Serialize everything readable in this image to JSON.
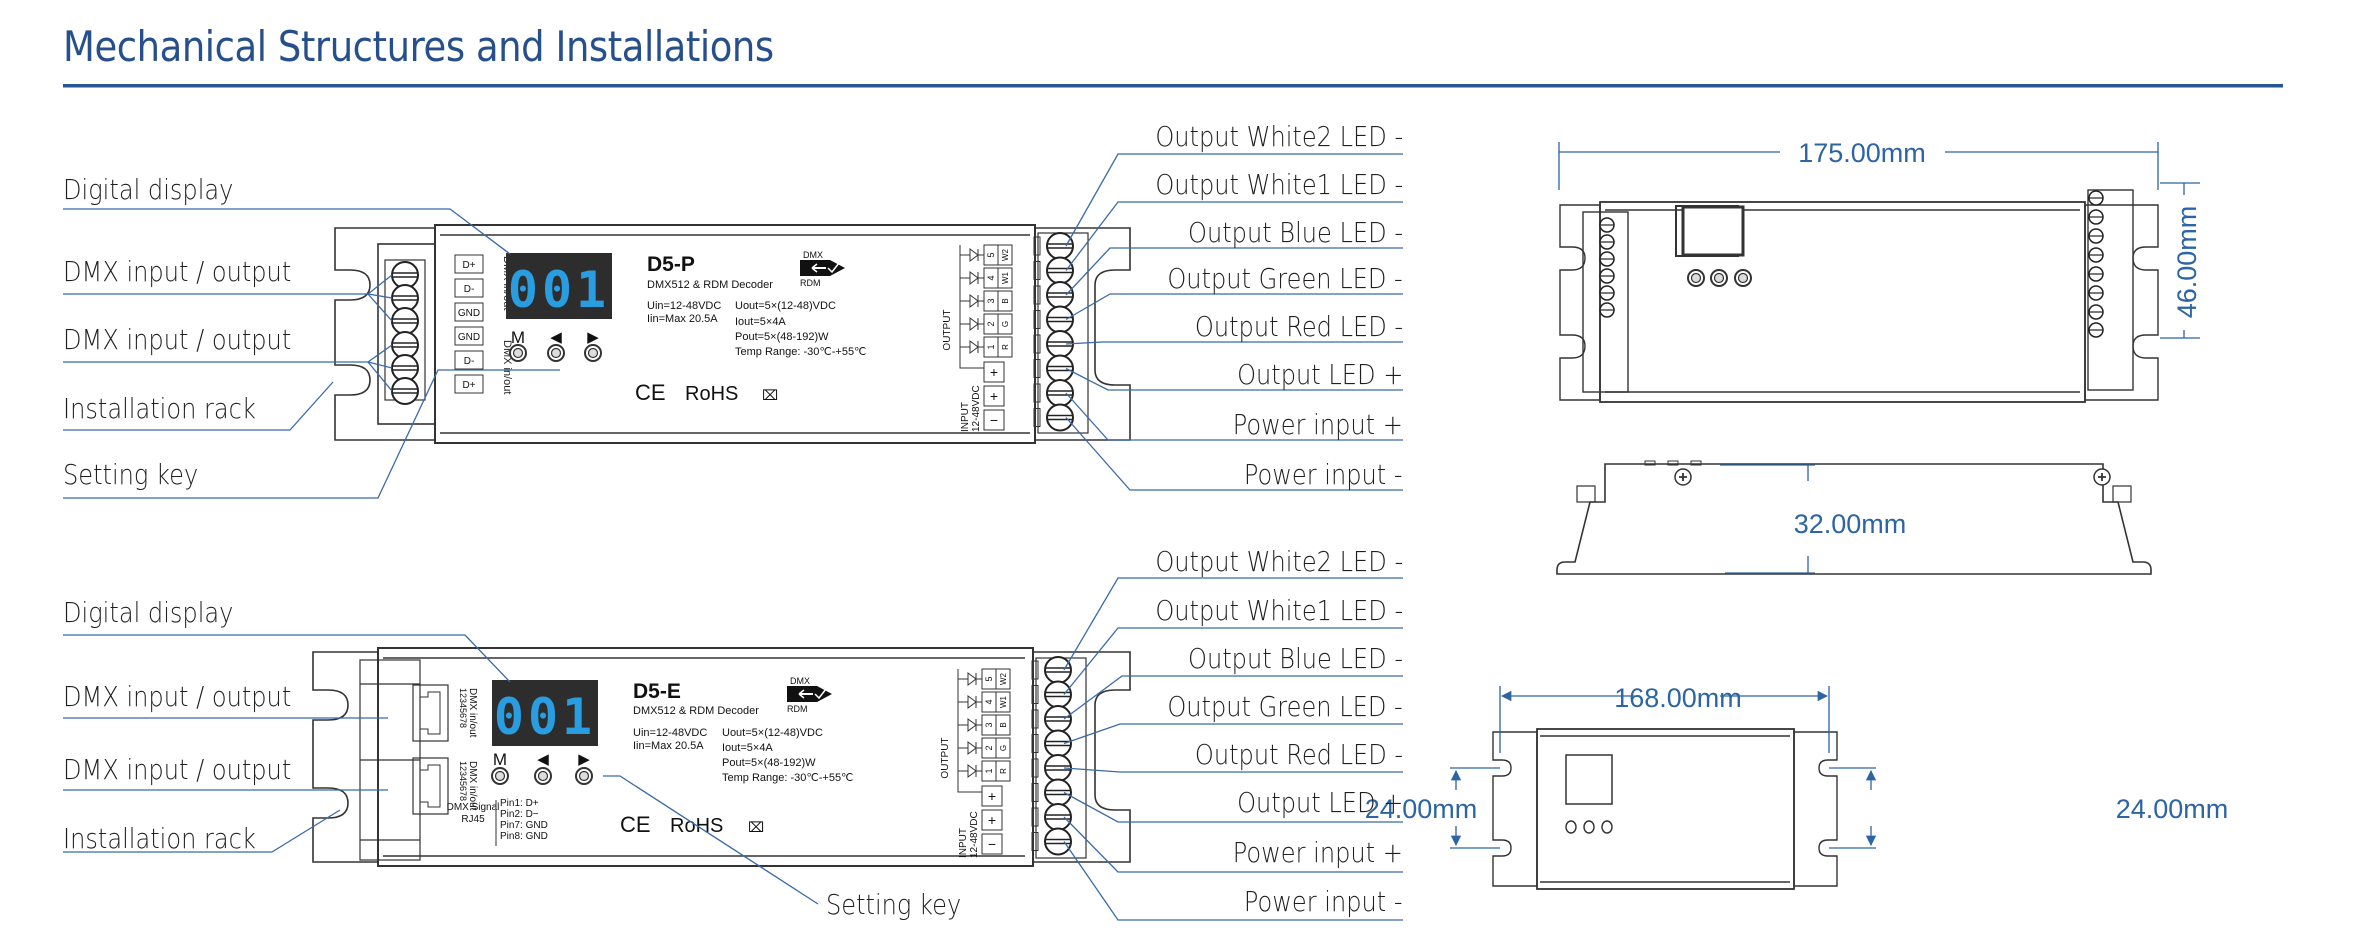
{
  "title": "Mechanical Structures and Installations",
  "colors": {
    "accent": "#2b5591",
    "leader_line": "#3a6aa8",
    "dimension": "#2c64a4",
    "display_digits": "#2a9de0",
    "display_bg": "#2d2d2d"
  },
  "devices": [
    {
      "model": "D5-P",
      "subtitle": "DMX512 & RDM Decoder",
      "display_value": "001",
      "specs_left": [
        "Uin=12-48VDC",
        "Iin=Max 20.5A"
      ],
      "specs_right": [
        "Uout=5×(12-48)VDC",
        "Iout=5×4A",
        "Pout=5×(48-192)W",
        "Temp Range: -30℃-+55℃"
      ],
      "keys": [
        "M",
        "◀",
        "▶"
      ],
      "dmx_pins_top": [
        "D+",
        "D-",
        "GND"
      ],
      "dmx_pins_bottom": [
        "GND",
        "D-",
        "D+"
      ],
      "dmx_port_label": "DMX in/out",
      "logo_dmx": "DMX",
      "logo_rdm": "RDM",
      "cert": [
        "CE",
        "RoHS",
        "⌧"
      ],
      "output_label": "OUTPUT",
      "input_label": "INPUT",
      "input_voltage": "12-48VDC",
      "channels": [
        {
          "num": "5",
          "code": "W2"
        },
        {
          "num": "4",
          "code": "W1"
        },
        {
          "num": "3",
          "code": "B"
        },
        {
          "num": "2",
          "code": "G"
        },
        {
          "num": "1",
          "code": "R"
        }
      ],
      "power_terminals": [
        "+",
        "+",
        "−"
      ],
      "left_labels": [
        "Digital display",
        "DMX input / output",
        "DMX input / output",
        "Installation rack",
        "Setting key"
      ],
      "right_labels": [
        "Output White2 LED -",
        "Output White1 LED -",
        "Output Blue LED -",
        "Output Green LED -",
        "Output Red LED -",
        "Output LED +",
        "Power input +",
        "Power input -"
      ]
    },
    {
      "model": "D5-E",
      "subtitle": "DMX512 & RDM Decoder",
      "display_value": "001",
      "specs_left": [
        "Uin=12-48VDC",
        "Iin=Max 20.5A"
      ],
      "specs_right": [
        "Uout=5×(12-48)VDC",
        "Iout=5×4A",
        "Pout=5×(48-192)W",
        "Temp Range: -30℃-+55℃"
      ],
      "keys": [
        "M",
        "◀",
        "▶"
      ],
      "rj45_label": "DMX in/out",
      "rj45_pins": "12345678",
      "dmx_signal": [
        "DMX Signal",
        "RJ45"
      ],
      "pinout": [
        "Pin1: D+",
        "Pin2: D−",
        "Pin7: GND",
        "Pin8: GND"
      ],
      "logo_dmx": "DMX",
      "logo_rdm": "RDM",
      "cert": [
        "CE",
        "RoHS",
        "⌧"
      ],
      "output_label": "OUTPUT",
      "input_label": "INPUT",
      "input_voltage": "12-48VDC",
      "channels": [
        {
          "num": "5",
          "code": "W2"
        },
        {
          "num": "4",
          "code": "W1"
        },
        {
          "num": "3",
          "code": "B"
        },
        {
          "num": "2",
          "code": "G"
        },
        {
          "num": "1",
          "code": "R"
        }
      ],
      "power_terminals": [
        "+",
        "+",
        "−"
      ],
      "left_labels": [
        "Digital display",
        "DMX input / output",
        "DMX input / output",
        "Installation rack"
      ],
      "bottom_label": "Setting key",
      "right_labels": [
        "Output White2 LED -",
        "Output White1 LED -",
        "Output Blue LED -",
        "Output Green LED -",
        "Output Red LED -",
        "Output LED +",
        "Power input +",
        "Power input -"
      ]
    }
  ],
  "dimensions": {
    "top_view_length": "175.00mm",
    "top_view_width": "46.00mm",
    "side_view_height": "32.00mm",
    "mount_hole_spacing": "168.00mm",
    "mount_slot_left": "24.00mm",
    "mount_slot_right": "24.00mm"
  }
}
